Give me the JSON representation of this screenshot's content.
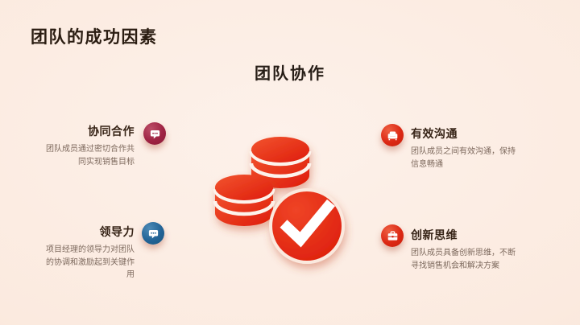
{
  "slide": {
    "title": "团队的成功因素",
    "subtitle": "团队协作",
    "items": [
      {
        "title": "协同合作",
        "desc": "团队成员通过密切合作共\n同实现销售目标",
        "icon": "chat-bubble-icon",
        "accent": "#9e2343"
      },
      {
        "title": "领导力",
        "desc": "项目经理的领导力对团队\n的协调和激励起到关键作\n用",
        "icon": "chat-bubble-icon",
        "accent": "#226396"
      },
      {
        "title": "有效沟通",
        "desc": "团队成员之间有效沟通，保持\n信息畅通",
        "icon": "sofa-icon",
        "accent": "#dc2814"
      },
      {
        "title": "创新思维",
        "desc": "团队成员具备创新思维，不断\n寻找销售机会和解决方案",
        "icon": "briefcase-icon",
        "accent": "#dc2814"
      }
    ],
    "illustration": "coin-stacks-with-checkmark",
    "colors": {
      "background": "#fbeadf",
      "heading": "#2b1d12",
      "body_text": "#7d695d",
      "primary_red": "#e02312",
      "maroon": "#9e2343",
      "blue": "#226396"
    }
  }
}
